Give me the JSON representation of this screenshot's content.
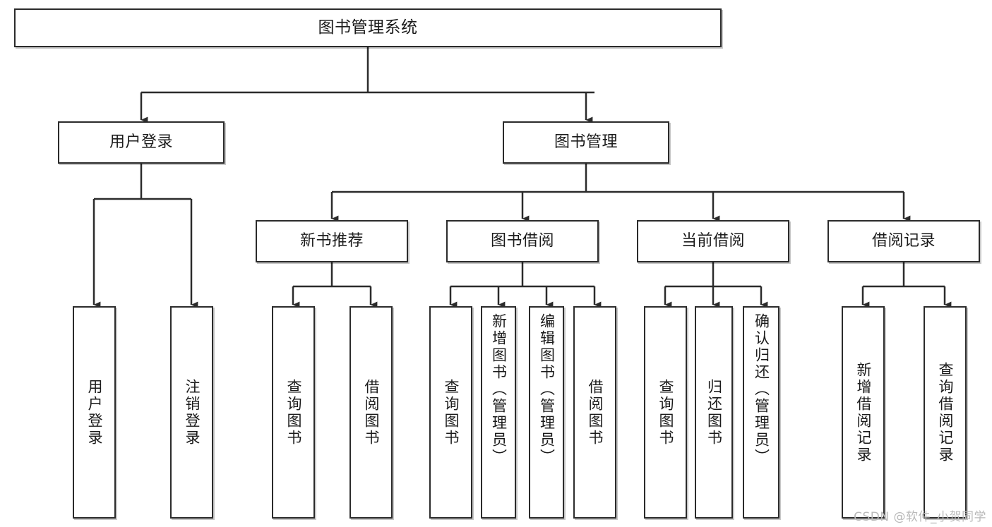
{
  "diagram": {
    "type": "tree",
    "title": "图书管理系统",
    "root": {
      "label": "图书管理系统"
    },
    "level2": [
      {
        "label": "用户登录"
      },
      {
        "label": "图书管理"
      }
    ],
    "level3": [
      {
        "label": "新书推荐"
      },
      {
        "label": "图书借阅"
      },
      {
        "label": "当前借阅"
      },
      {
        "label": "借阅记录"
      }
    ],
    "leaves": {
      "user_login": [
        {
          "label": "用户登录"
        },
        {
          "label": "注销登录"
        }
      ],
      "new_book": [
        {
          "label": "查询图书"
        },
        {
          "label": "借阅图书"
        }
      ],
      "borrow_book": [
        {
          "label": "查询图书"
        },
        {
          "label": "新增图书（管理员）"
        },
        {
          "label": "编辑图书（管理员）"
        },
        {
          "label": "借阅图书"
        }
      ],
      "current_borrow": [
        {
          "label": "查询图书"
        },
        {
          "label": "归还图书"
        },
        {
          "label": "确认归还（管理员）"
        }
      ],
      "borrow_record": [
        {
          "label": "新增借阅记录"
        },
        {
          "label": "查询借阅记录"
        }
      ]
    }
  },
  "watermark": {
    "text": "CSDN @软件_小贺同学"
  },
  "colors": {
    "border": "#2b2b2b",
    "background": "#ffffff",
    "text": "#1b1b1b",
    "watermark": "#b9b9b9"
  }
}
